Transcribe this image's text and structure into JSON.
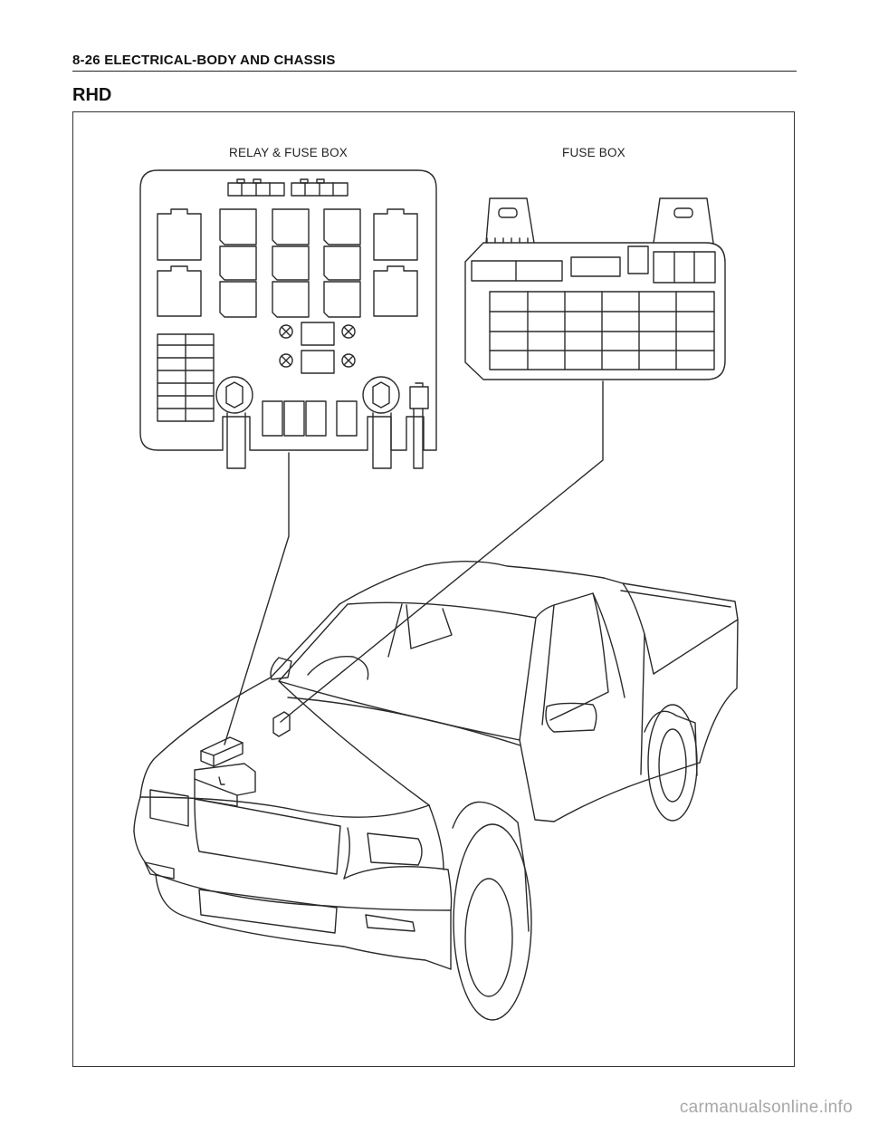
{
  "header": {
    "text": "8-26  ELECTRICAL-BODY AND CHASSIS"
  },
  "section": {
    "title": "RHD"
  },
  "figure": {
    "labels": {
      "relay_fuse_box": "RELAY & FUSE BOX",
      "fuse_box": "FUSE BOX"
    }
  },
  "watermark": {
    "text": "carmanualsonline.info"
  }
}
